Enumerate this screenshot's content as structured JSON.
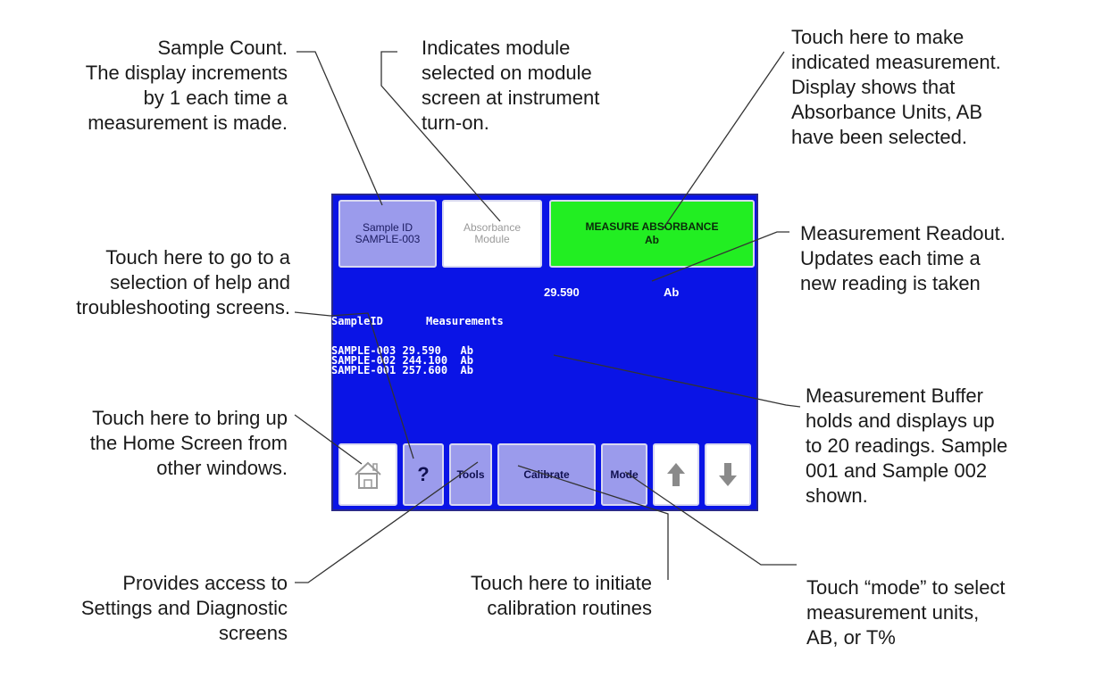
{
  "callouts": {
    "sample_count": "Sample Count.\nThe display increments\nby 1 each time a\nmeasurement is made.",
    "module": "Indicates module\nselected on module\nscreen at instrument\nturn-on.",
    "measure": "Touch here to make\nindicated measurement.\nDisplay shows that\nAbsorbance Units, AB\nhave been selected.",
    "readout": "Measurement Readout.\nUpdates each time a\nnew reading is taken",
    "help": "Touch here to go to a\nselection of help and\ntroubleshooting screens.",
    "buffer": "Measurement Buffer\nholds and displays up\nto 20 readings. Sample\n001 and Sample 002\nshown.",
    "home": "Touch here to bring up\nthe Home Screen from\nother windows.",
    "tools": "Provides access to\nSettings and Diagnostic\nscreens",
    "calibrate": "Touch here to initiate\ncalibration routines",
    "mode": "Touch “mode” to select\nmeasurement units,\nAB, or T%"
  },
  "screen": {
    "sample_button": "Sample ID\nSAMPLE-003",
    "module_button": "Absorbance\nModule",
    "measure_button": "MEASURE ABSORBANCE\nAb",
    "readout_value": "29.590",
    "readout_unit": "Ab",
    "header_sample": "SampleID",
    "header_meas": "Measurements",
    "rows": "SAMPLE-003 29.590   Ab\nSAMPLE-002 244.100  Ab\nSAMPLE-001 257.600  Ab",
    "toolbar": {
      "help": "?",
      "tools": "Tools",
      "calibrate": "Calibrate",
      "mode": "Mode"
    }
  },
  "colors": {
    "screen_bg": "#0a14e6",
    "button_bg": "#9b9bec",
    "measure_bg": "#22ee22"
  },
  "icons": [
    "home-icon",
    "up-arrow-icon",
    "down-arrow-icon"
  ]
}
